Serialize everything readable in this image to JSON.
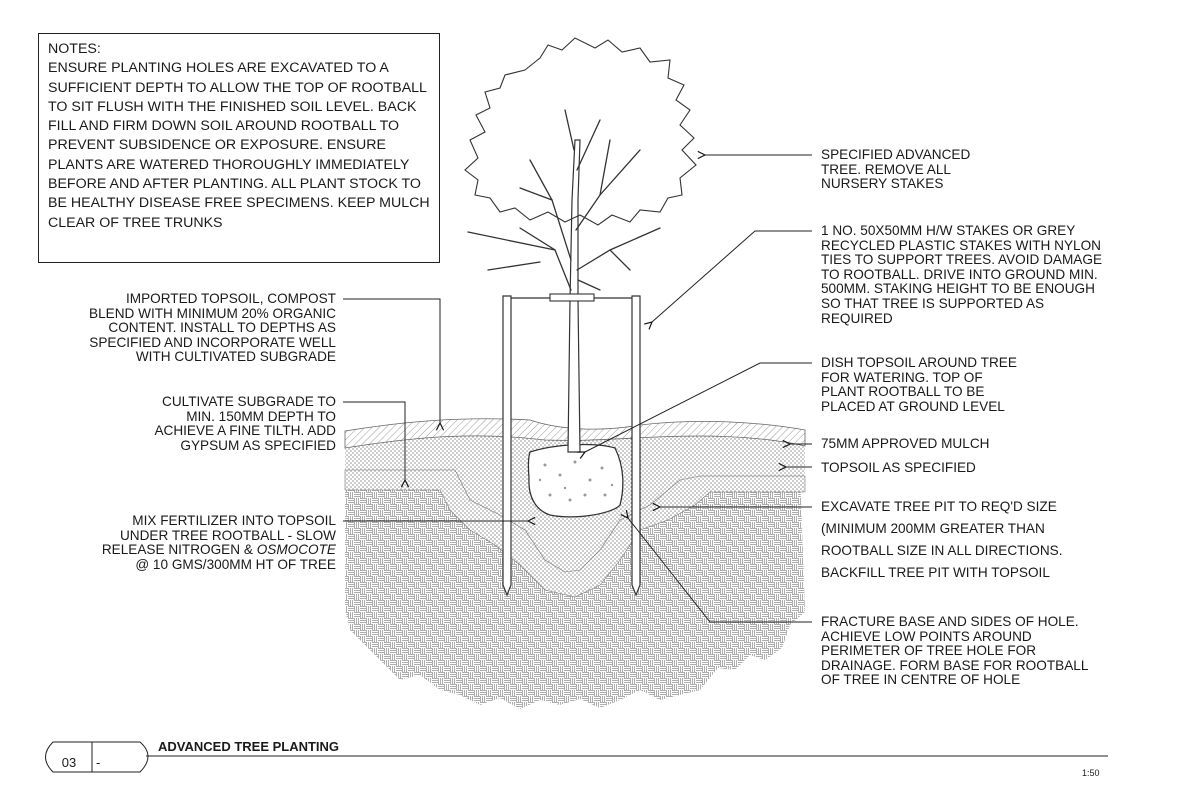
{
  "notes": {
    "title": "NOTES:",
    "body": "ENSURE PLANTING HOLES ARE EXCAVATED TO A SUFFICIENT DEPTH TO ALLOW THE TOP OF ROOTBALL TO SIT FLUSH WITH THE FINISHED SOIL LEVEL. BACK FILL AND FIRM DOWN SOIL AROUND ROOTBALL TO PREVENT SUBSIDENCE OR EXPOSURE. ENSURE PLANTS ARE WATERED THOROUGHLY IMMEDIATELY BEFORE AND AFTER PLANTING. ALL PLANT STOCK TO BE HEALTHY DISEASE FREE SPECIMENS. KEEP MULCH CLEAR OF TREE TRUNKS"
  },
  "labels": {
    "tree": "SPECIFIED ADVANCED\nTREE. REMOVE ALL\nNURSERY STAKES",
    "stakes": "1 NO. 50X50MM H/W STAKES OR GREY\nRECYCLED PLASTIC STAKES WITH NYLON\nTIES TO SUPPORT TREES. AVOID DAMAGE\nTO ROOTBALL. DRIVE INTO GROUND MIN.\n500MM. STAKING HEIGHT TO BE ENOUGH\nSO THAT TREE IS SUPPORTED AS\nREQUIRED",
    "dish": "DISH TOPSOIL AROUND TREE\nFOR WATERING. TOP OF\nPLANT ROOTBALL TO BE\nPLACED AT GROUND LEVEL",
    "mulch": "75MM APPROVED MULCH",
    "topsoil": "TOPSOIL AS SPECIFIED",
    "excavate_1": "EXCAVATE TREE PIT TO REQ'D SIZE",
    "excavate_2": "(MINIMUM 200MM GREATER THAN",
    "excavate_3": "ROOTBALL SIZE IN ALL DIRECTIONS.",
    "excavate_4": "BACKFILL TREE PIT WITH TOPSOIL",
    "fracture": "FRACTURE BASE AND SIDES OF HOLE.\nACHIEVE LOW POINTS AROUND\nPERIMETER OF TREE HOLE FOR\nDRAINAGE. FORM BASE FOR ROOTBALL\nOF TREE IN CENTRE OF HOLE",
    "imported_topsoil": "IMPORTED TOPSOIL, COMPOST\nBLEND WITH MINIMUM 20% ORGANIC\nCONTENT. INSTALL TO DEPTHS AS\nSPECIFIED AND INCORPORATE WELL\nWITH CULTIVATED SUBGRADE",
    "cultivate": "CULTIVATE SUBGRADE TO\nMIN. 150MM DEPTH TO\nACHIEVE A FINE TILTH. ADD\nGYPSUM AS SPECIFIED",
    "fertilizer_main": "MIX FERTILIZER INTO TOPSOIL\nUNDER TREE ROOTBALL - SLOW\nRELEASE NITROGEN & ",
    "fertilizer_italic": "OSMOCOTE",
    "fertilizer_end": "@ 10 GMS/300MM HT OF TREE"
  },
  "footer": {
    "number": "03",
    "revision": "-",
    "title": "ADVANCED TREE PLANTING",
    "scale": "1:50"
  }
}
